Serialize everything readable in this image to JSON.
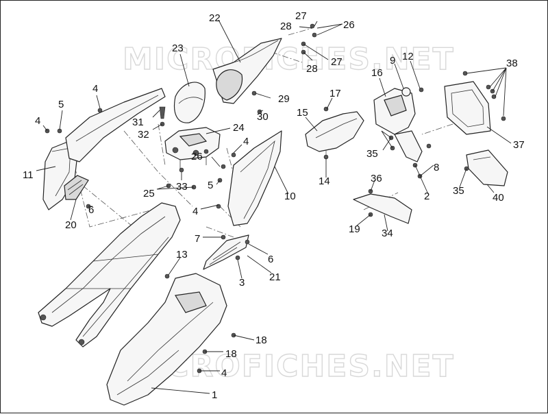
{
  "watermark": {
    "text": "MICROFICHES.NET"
  },
  "callouts": [
    "22",
    "27",
    "28",
    "26",
    "28",
    "27",
    "23",
    "9",
    "12",
    "38",
    "16",
    "4",
    "5",
    "4",
    "31",
    "32",
    "29",
    "30",
    "17",
    "15",
    "24",
    "11",
    "26",
    "4",
    "35",
    "37",
    "36",
    "8",
    "33",
    "25",
    "5",
    "10",
    "2",
    "35",
    "40",
    "14",
    "19",
    "34",
    "4",
    "20",
    "6",
    "7",
    "13",
    "6",
    "21",
    "3",
    "18",
    "18",
    "4",
    "1"
  ]
}
